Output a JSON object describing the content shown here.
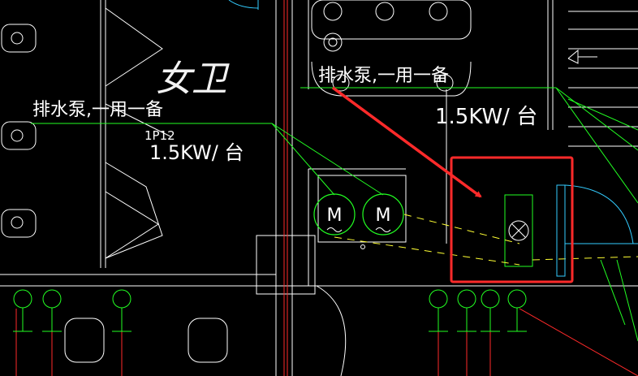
{
  "canvas": {
    "background": "#000000"
  },
  "colors": {
    "wall": "#ffffff",
    "grid": "#ff2a2a",
    "leader": "#22ff22",
    "cable": "#ffff33",
    "door": "#33ccff",
    "highlight": "#ff2a2a"
  },
  "labels": {
    "room_name": "女卫",
    "pump_note_left": "排水泵,一用一备",
    "pump_power_left": "1.5KW/ 台",
    "pump_note_right": "排水泵,一用一备",
    "pump_power_right": "1.5KW/ 台",
    "room_code": "1P12"
  },
  "symbols": {
    "motor_left": "M",
    "motor_right": "M"
  },
  "icons": {
    "motor_symbol": "motor-circle-icon",
    "control_box_symbol": "lamp-cross-icon",
    "toilet_symbol": "squat-toilet-icon"
  }
}
